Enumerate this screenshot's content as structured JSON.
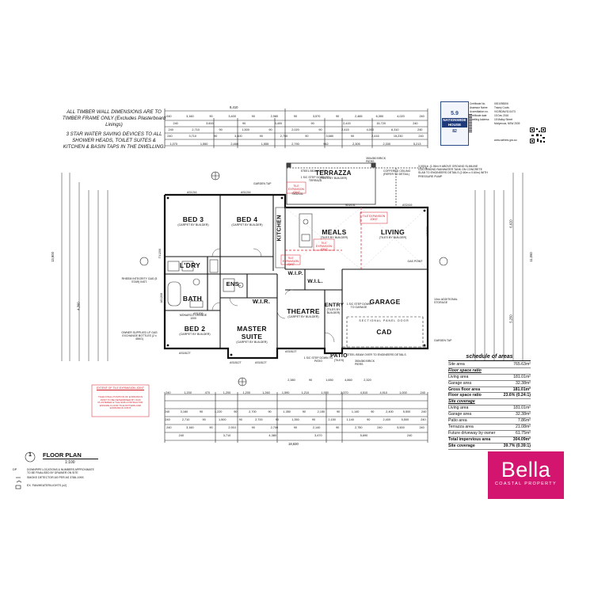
{
  "notes": {
    "timber": "ALL TIMBER WALL DIMENSIONS ARE TO TIMBER FRAME ONLY (Excludes Plasterboard Linings)",
    "water": "3 STAR WATER SAVING DEVICES TO ALL SHOWER HEADS, TOILET SUITES & KITCHEN & BASIN TAPS IN THE DWELLING.",
    "tank": "3,000Ltr. (1.96m H ABOVE GROUND SLIMLINE COLORBOND RAINWATER TANK ON CONCRETE SLAB TO ENGINEERS DETAILS (2.60m x 0.60m) WITH PRESSURE PUMP",
    "coffered": "COFFERED CEILING (REFER TO DETAIL)",
    "rheem": "RHEEM INTEGRITY GAS (5 STAR) INST.",
    "owner_gas": "OWNER SUPPLIED LP GAS EXCHANGE BOTTLES (2 x 45KG)",
    "garden_tap": "GARDEN TAP",
    "storage": "10m² ADDITIONAL STORAGE",
    "brick_piers": "350x350 BRICK PIERS",
    "extent": "EXTENT OF TILE EXPANSION JOINT",
    "extent_detail": "TILED FINAL POSITION OF EXPANSION JOINT TO BE DETERMINED BY OUR PLASTERER & TILE SUB-CONTRACTOR ENSURE FLOOR TILE PATTERN AND EXPANSION JOINT",
    "tile_joint": "TILE EXPANSION JOINT",
    "step_terrazza": "1 S/C STEP DOWN TO TERRAZA",
    "step_garage": "1 S/C STEP DOWN TO GARAGE",
    "step_patio": "1 S/C STEP DOWN TO PATIO",
    "step_garage2": "1 S/C STEP DOWN TO GARAGE",
    "steel_beam": "STEEL BEAM OVER",
    "beam_engineer": "STEEL BEAM OVER TO ENGINEERS DETAILS",
    "door": "SECTIONAL PANEL DOOR",
    "gas_point": "GAS POINT",
    "dp": "DP",
    "dp_text": "DOWNPIPE LOCATIONS & NUMBERS APPROXIMATE TO BE FINALISED BY DRAINER ON SITE",
    "smoke_text": "SMOKE DETECTOR AS PER AS 3786-1993",
    "fan_text": "EX. FAN/HEATER/LIGHTS (x2)"
  },
  "rooms": {
    "bed3": {
      "name": "BED 3",
      "sub": "(CARPET BY BUILDER)"
    },
    "bed4": {
      "name": "BED 4",
      "sub": "(CARPET BY BUILDER)"
    },
    "kitchen": {
      "name": "KITCHEN"
    },
    "meals": {
      "name": "MEALS",
      "sub": "(TILES BY BUILDER)"
    },
    "living": {
      "name": "LIVING",
      "sub": "(TILES BY BUILDER)"
    },
    "ldry": {
      "name": "L'DRY"
    },
    "bath": {
      "name": "BATH"
    },
    "ens": {
      "name": "ENS."
    },
    "wir": {
      "name": "W.I.R."
    },
    "wip": {
      "name": "W.I.P."
    },
    "wil": {
      "name": "W.I.L."
    },
    "bed2": {
      "name": "BED 2",
      "sub": "(CARPET BY BUILDER)"
    },
    "master": {
      "name": "MASTER SUITE",
      "sub": "(CARPET BY BUILDER)"
    },
    "theatre": {
      "name": "THEATRE",
      "sub": "(CARPET BY BUILDER)"
    },
    "entry": {
      "name": "ENTRY",
      "sub": "(TILES BY BUILDER)"
    },
    "garage": {
      "name": "GARAGE"
    },
    "patio": {
      "name": "PATIO",
      "sub": "(TILES)"
    },
    "terrazza": {
      "name": "TERRAZZA",
      "sub": "(TILES BY BUILDER)"
    },
    "cad": {
      "name": "CAD"
    },
    "monarco": "MONARCO GRANDE 1000"
  },
  "windows": {
    "as1216": "AS1216",
    "as1216b": "AS1216",
    "as1208": "AS1208",
    "as1506": "AS1506",
    "as1812t": "AS1812T",
    "as1812t_b": "AS1812T",
    "as1812t_c": "AS1812T",
    "as1812t_d": "AS1812T",
    "tx2131": "TXD2131",
    "sd2131": "SD2131",
    "as1206": "AS1206",
    "tx1206": "TX1206",
    "as2416": "AS2416"
  },
  "dims": {
    "top1": [
      "240",
      "3,160",
      "90",
      "3,400",
      "90",
      "2,980",
      "90",
      "3,570",
      "90",
      "2,465",
      "6,350",
      "4,020",
      "240"
    ],
    "top2": [
      "240",
      "3,600",
      "90",
      "3,400",
      "90",
      "2,415",
      "15,720",
      "240"
    ],
    "top3": [
      "240",
      "2,710",
      "90",
      "1,500",
      "90",
      "2,020",
      "90",
      "2,415",
      "4,000",
      "6,310",
      "240"
    ],
    "top4": [
      "240",
      "3,710",
      "90",
      "3,400",
      "90",
      "2,700",
      "90",
      "3,680",
      "90",
      "2,416",
      "15,230",
      "240"
    ],
    "top5": [
      "1,070",
      "1,550",
      "2,460",
      "1,555",
      "2,790",
      "962",
      "2,305",
      "2,330",
      "5,213"
    ],
    "top_total": "8,410",
    "bot1": [
      "240",
      "1,200",
      "470",
      "1,200",
      "1,200",
      "1,260",
      "1,590",
      "1,210",
      "1,970",
      "2,370",
      "4,510",
      "4,910",
      "1,000",
      "240"
    ],
    "bot2": [
      "240",
      "3,160",
      "90",
      "1,220",
      "90",
      "2,700",
      "90",
      "1,350",
      "90",
      "2,150",
      "90",
      "1,140",
      "90",
      "2,400",
      "5,500",
      "240"
    ],
    "bot3": [
      "240",
      "2,710",
      "90",
      "1,500",
      "90",
      "2,700",
      "90",
      "1,350",
      "90",
      "2,150",
      "1,140",
      "90",
      "2,400",
      "5,500",
      "240"
    ],
    "bot4": [
      "240",
      "3,160",
      "90",
      "2,910",
      "90",
      "2,700",
      "90",
      "2,140",
      "90",
      "2,750",
      "240",
      "5,500",
      "240"
    ],
    "bot5": [
      "240",
      "3,710",
      "4,380",
      "3,470",
      "5,690",
      "240"
    ],
    "bot_total": "18,630",
    "bot_small": [
      "2,380",
      "90",
      "1,650",
      "4,860",
      "2,320"
    ],
    "left_total": "13,900",
    "right_total": "11,060",
    "right_b": "6,620",
    "right_c": "5,250",
    "left_b": "4,390"
  },
  "cert": {
    "rating": "5.9",
    "badge": "NATIONWIDE HOUSE",
    "score": "82",
    "l1k": "Certificate No.",
    "l1v": "0001098306",
    "l2k": "Assessor Name",
    "l2v": "Tracey Coots",
    "l3k": "Accreditation no.",
    "l3v": "VIC/BDAV/11/1473",
    "l4k": "Certificate date",
    "l4v": "15 Dec 2016",
    "l5k": "Dwelling Address",
    "l5v": "15 Malloy Street Mollymook, NSW 2539",
    "url": "www.nathers.gov.au"
  },
  "schedule": {
    "title": "schedule of areas",
    "rows": [
      {
        "k": "Site area",
        "v": "765.63m²",
        "style": ""
      },
      {
        "k": "Floor space ratio",
        "v": "",
        "style": "u"
      },
      {
        "k": "Living area",
        "v": "181.01m²",
        "style": ""
      },
      {
        "k": "Garage area",
        "v": "32.38m²",
        "style": ""
      },
      {
        "k": "Gross floor area",
        "v": "181.01m²",
        "style": "b"
      },
      {
        "k": "Floor space ratio",
        "v": "23.6% (0.24:1)",
        "style": "b"
      },
      {
        "k": "Site coverage",
        "v": "",
        "style": "u"
      },
      {
        "k": "Living area",
        "v": "181.01m²",
        "style": ""
      },
      {
        "k": "Garage area",
        "v": "32.38m²",
        "style": ""
      },
      {
        "k": "Patio area",
        "v": "7.86m²",
        "style": ""
      },
      {
        "k": "Terrazza area",
        "v": "21.08m²",
        "style": ""
      },
      {
        "k": "Future driveway by owner",
        "v": "61.75m²",
        "style": ""
      },
      {
        "k": "Total impervious area",
        "v": "304.09m²",
        "style": "b"
      },
      {
        "k": "Site coverage",
        "v": "39.7% (0.39:1)",
        "style": "b"
      }
    ]
  },
  "plan": {
    "number": "1",
    "title": "FLOOR PLAN",
    "scale": "1:100"
  },
  "brand": {
    "name": "Bella",
    "tag": "COASTAL PROPERTY",
    "color": "#d4156f"
  }
}
